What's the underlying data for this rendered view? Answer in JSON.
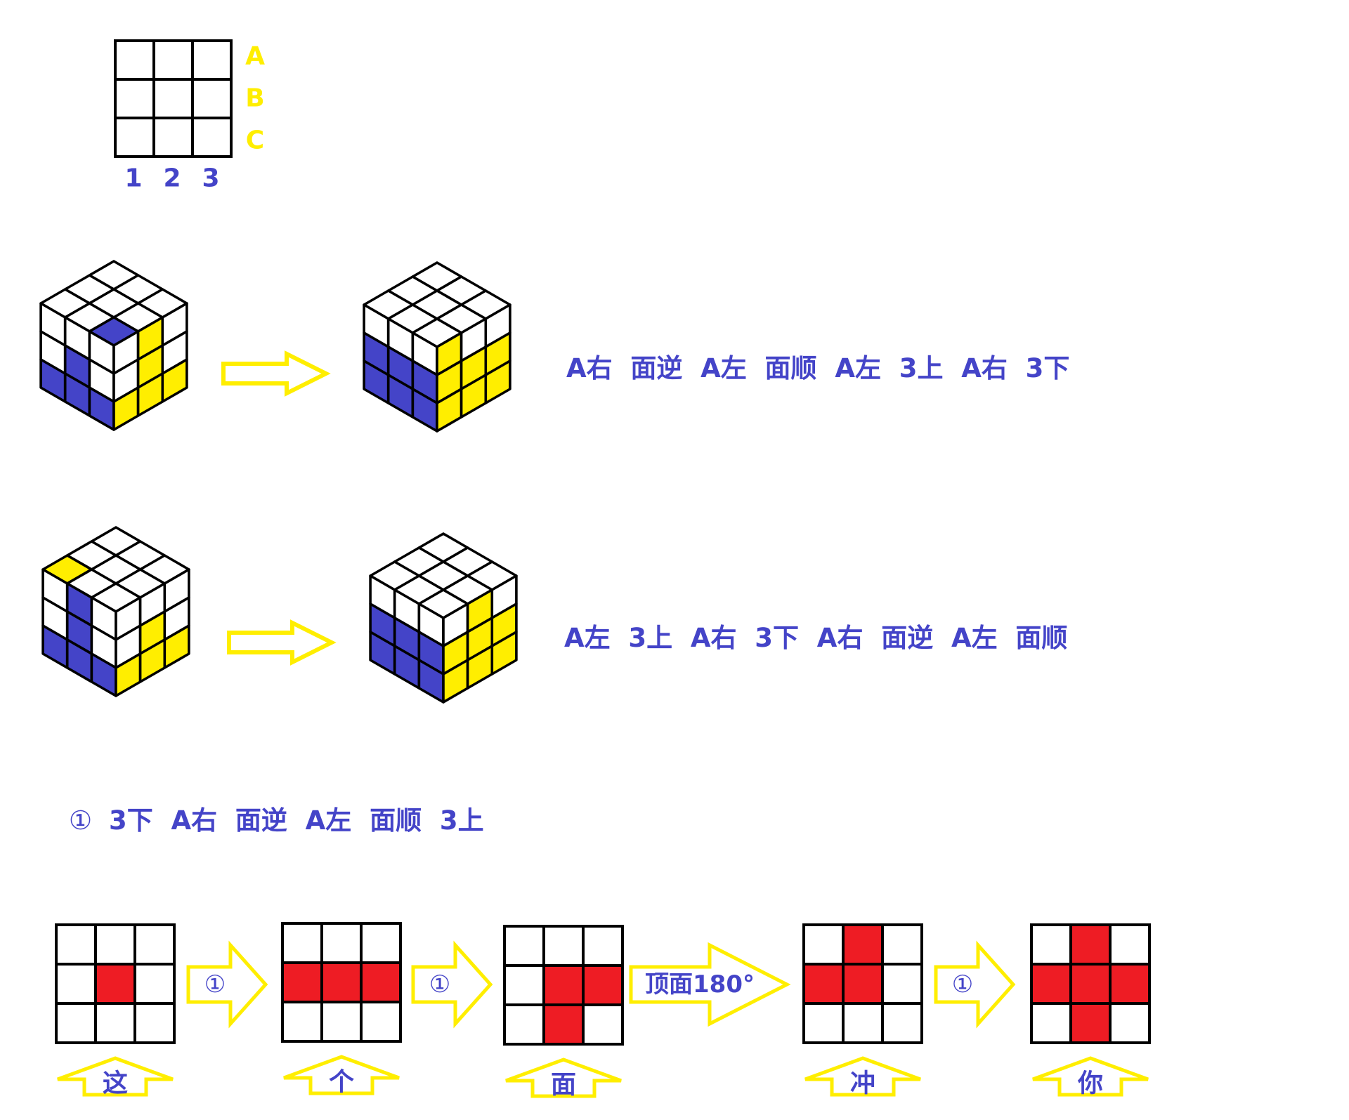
{
  "colors": {
    "blue": "#4444c8",
    "yellow": "#ffee00",
    "red": "#ee1c24",
    "white": "#ffffff",
    "black": "#000000"
  },
  "legend_grid": {
    "rows": [
      "A",
      "B",
      "C"
    ],
    "cols": [
      "1",
      "2",
      "3"
    ]
  },
  "cases": [
    {
      "before": {
        "top": [
          [
            "W",
            "W",
            "W"
          ],
          [
            "W",
            "W",
            "W"
          ],
          [
            "W",
            "W",
            "B"
          ]
        ],
        "left": [
          [
            "W",
            "W",
            "W"
          ],
          [
            "W",
            "B",
            "W"
          ],
          [
            "B",
            "B",
            "B"
          ]
        ],
        "right": [
          [
            "W",
            "Y",
            "W"
          ],
          [
            "W",
            "Y",
            "W"
          ],
          [
            "Y",
            "Y",
            "Y"
          ]
        ]
      },
      "after": {
        "top": [
          [
            "W",
            "W",
            "W"
          ],
          [
            "W",
            "W",
            "W"
          ],
          [
            "W",
            "W",
            "W"
          ]
        ],
        "left": [
          [
            "W",
            "W",
            "W"
          ],
          [
            "B",
            "B",
            "B"
          ],
          [
            "B",
            "B",
            "B"
          ]
        ],
        "right": [
          [
            "Y",
            "W",
            "W"
          ],
          [
            "Y",
            "Y",
            "Y"
          ],
          [
            "Y",
            "Y",
            "Y"
          ]
        ]
      },
      "moves": "A右  面逆  A左  面顺  A左  3上  A右  3下"
    },
    {
      "before": {
        "top": [
          [
            "W",
            "W",
            "W"
          ],
          [
            "W",
            "W",
            "W"
          ],
          [
            "Y",
            "W",
            "W"
          ]
        ],
        "left": [
          [
            "W",
            "B",
            "W"
          ],
          [
            "W",
            "B",
            "W"
          ],
          [
            "B",
            "B",
            "B"
          ]
        ],
        "right": [
          [
            "W",
            "W",
            "W"
          ],
          [
            "W",
            "Y",
            "W"
          ],
          [
            "Y",
            "Y",
            "Y"
          ]
        ]
      },
      "after": {
        "top": [
          [
            "W",
            "W",
            "W"
          ],
          [
            "W",
            "W",
            "W"
          ],
          [
            "W",
            "W",
            "W"
          ]
        ],
        "left": [
          [
            "W",
            "W",
            "W"
          ],
          [
            "B",
            "B",
            "B"
          ],
          [
            "B",
            "B",
            "B"
          ]
        ],
        "right": [
          [
            "W",
            "Y",
            "W"
          ],
          [
            "Y",
            "Y",
            "Y"
          ],
          [
            "Y",
            "Y",
            "Y"
          ]
        ]
      },
      "moves": "A左  3上  A右  3下  A右  面逆  A左  面顺"
    }
  ],
  "formula": {
    "marker": "①",
    "moves": "3下  A右  面逆  A左  面顺  3上"
  },
  "cross_steps": [
    {
      "grid": [
        [
          0,
          0,
          0
        ],
        [
          0,
          1,
          0
        ],
        [
          0,
          0,
          0
        ]
      ],
      "label": "这"
    },
    {
      "grid": [
        [
          0,
          0,
          0
        ],
        [
          1,
          1,
          1
        ],
        [
          0,
          0,
          0
        ]
      ],
      "label": "个"
    },
    {
      "grid": [
        [
          0,
          0,
          0
        ],
        [
          0,
          1,
          1
        ],
        [
          0,
          1,
          0
        ]
      ],
      "label": "面"
    },
    {
      "grid": [
        [
          0,
          1,
          0
        ],
        [
          1,
          1,
          0
        ],
        [
          0,
          0,
          0
        ]
      ],
      "label": "冲"
    },
    {
      "grid": [
        [
          0,
          1,
          0
        ],
        [
          1,
          1,
          1
        ],
        [
          0,
          1,
          0
        ]
      ],
      "label": "你"
    }
  ],
  "step_arrows": [
    "①",
    "①",
    "顶面180°",
    "①"
  ]
}
